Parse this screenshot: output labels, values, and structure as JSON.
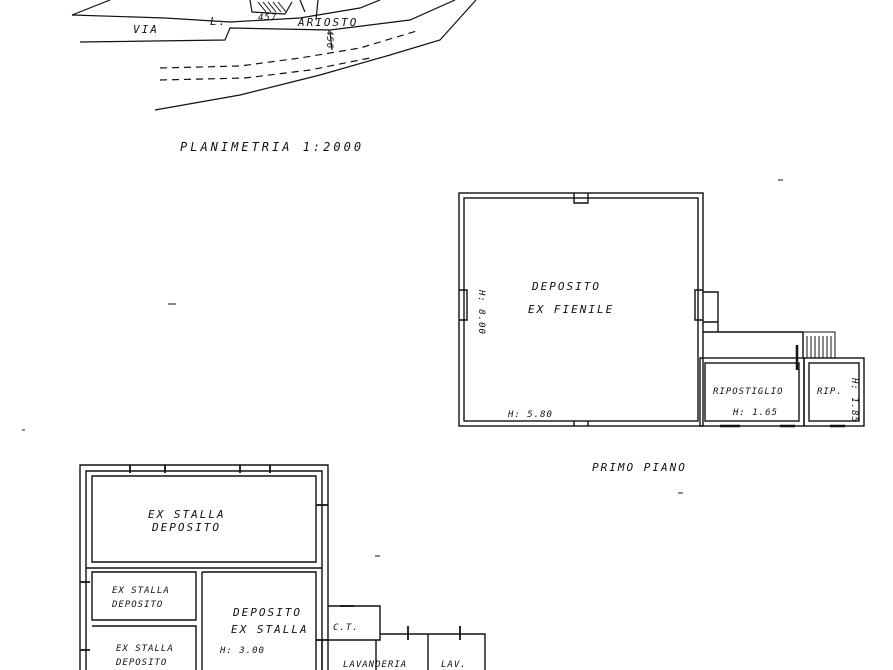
{
  "site_plan": {
    "street_label_1": "VIA",
    "street_label_2": "L.",
    "street_label_3": "ARIOSTO",
    "number_a": "457",
    "number_b": "456",
    "caption": "PLANIMETRIA 1:2000"
  },
  "first_floor": {
    "caption": "PRIMO PIANO",
    "main_room_line1": "DEPOSITO",
    "main_room_line2": "EX FIENILE",
    "main_height_side": "H: 8.00",
    "main_height_bottom": "H: 5.80",
    "storage_room": "RIPOSTIGLIO",
    "storage_height": "H: 1.65",
    "small_room": "RIP.",
    "small_height": "H: 1.85"
  },
  "ground_floor": {
    "top_room_line1": "EX STALLA",
    "top_room_line2": "DEPOSITO",
    "mid_left_line1": "EX STALLA",
    "mid_left_line2": "DEPOSITO",
    "low_left_line1": "EX STALLA",
    "low_left_line2": "DEPOSITO",
    "center_line1": "DEPOSITO",
    "center_line2": "EX STALLA",
    "center_height": "H: 3.00",
    "ct_room": "C.T.",
    "laundry_room": "LAVANDERIA",
    "small_room": "LAV."
  }
}
